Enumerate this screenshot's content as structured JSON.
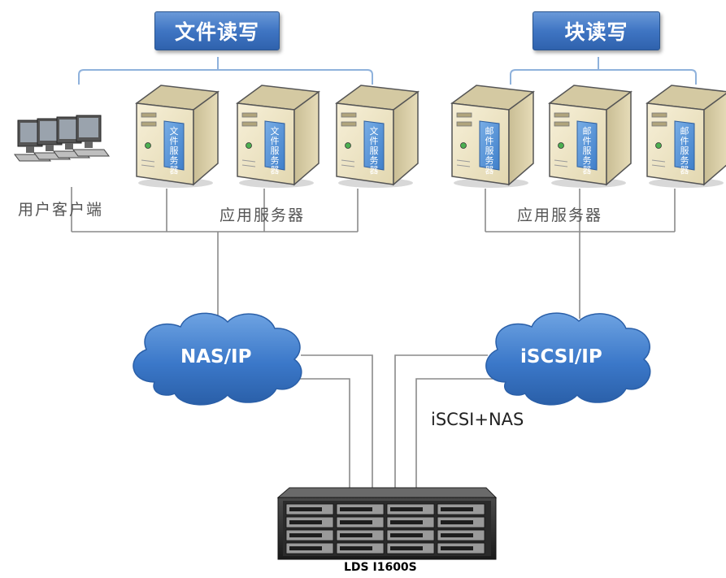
{
  "groups": {
    "file_rw": {
      "title": "文件读写"
    },
    "block_rw": {
      "title": "块读写"
    }
  },
  "labels": {
    "user_client": "用户客户端",
    "app_servers_left": "应用服务器",
    "app_servers_right": "应用服务器",
    "nas_cloud": "NAS/IP",
    "iscsi_cloud": "iSCSI/IP",
    "link_label": "iSCSI+NAS",
    "storage_device": "LDS I1600S"
  },
  "server_screens": {
    "file_server": [
      "文",
      "件",
      "服",
      "务",
      "器"
    ],
    "mail_server": [
      "邮",
      "件",
      "服",
      "务",
      "器"
    ]
  },
  "colors": {
    "title_blue": "#3f75c3",
    "cloud_blue": "#3b78c9",
    "line_gray": "#8a8a8a",
    "bracket_blue": "#8fb2dc",
    "server_beige": "#efe6c8",
    "screen_blue": "#4d8fd6"
  }
}
